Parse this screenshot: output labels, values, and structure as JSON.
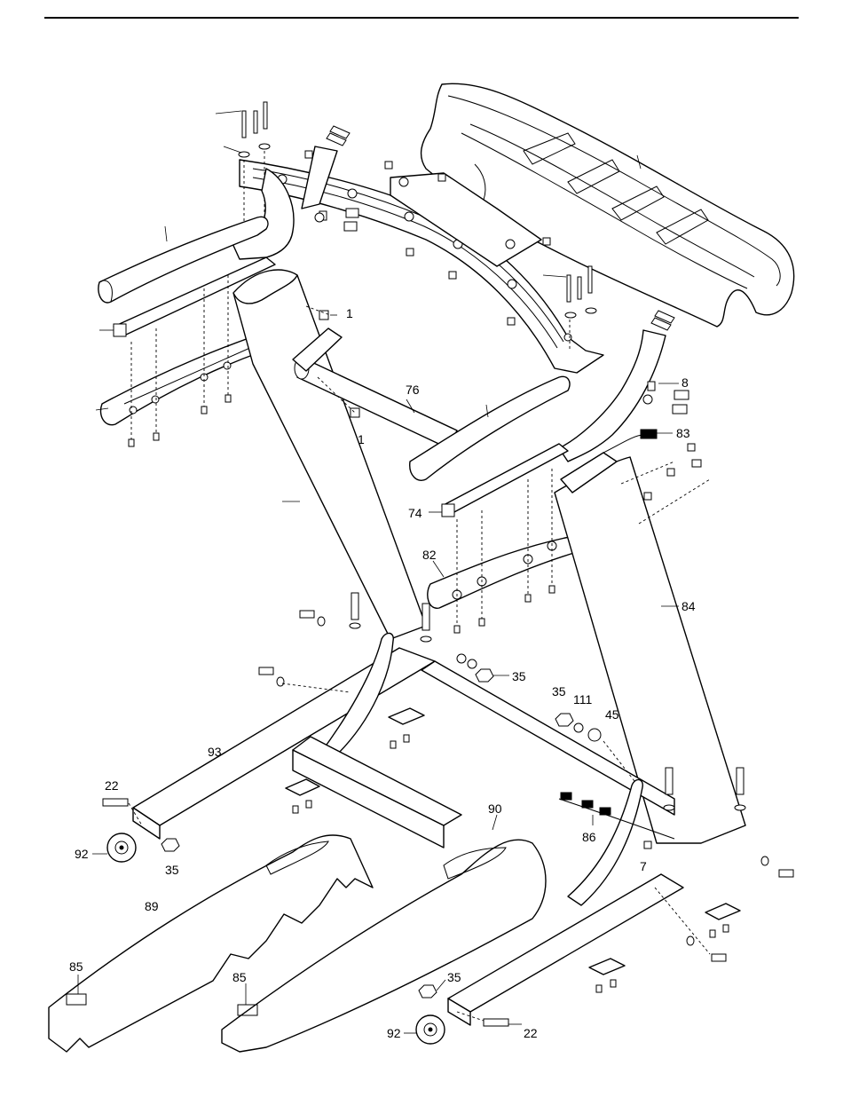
{
  "diagram": {
    "callouts": [
      {
        "id": "c1a",
        "text": "1"
      },
      {
        "id": "c1b",
        "text": "1"
      },
      {
        "id": "c76",
        "text": "76"
      },
      {
        "id": "c8",
        "text": "8"
      },
      {
        "id": "c83",
        "text": "83"
      },
      {
        "id": "c74",
        "text": "74"
      },
      {
        "id": "c82",
        "text": "82"
      },
      {
        "id": "c84",
        "text": "84"
      },
      {
        "id": "c35a",
        "text": "35"
      },
      {
        "id": "c35b",
        "text": "35"
      },
      {
        "id": "c111",
        "text": "111"
      },
      {
        "id": "c45",
        "text": "45"
      },
      {
        "id": "c93",
        "text": "93"
      },
      {
        "id": "c22a",
        "text": "22"
      },
      {
        "id": "c92a",
        "text": "92"
      },
      {
        "id": "c35c",
        "text": "35"
      },
      {
        "id": "c90",
        "text": "90"
      },
      {
        "id": "c86",
        "text": "86"
      },
      {
        "id": "c7",
        "text": "7"
      },
      {
        "id": "c89",
        "text": "89"
      },
      {
        "id": "c85a",
        "text": "85"
      },
      {
        "id": "c85b",
        "text": "85"
      },
      {
        "id": "c35d",
        "text": "35"
      },
      {
        "id": "c92b",
        "text": "92"
      },
      {
        "id": "c22b",
        "text": "22"
      }
    ]
  }
}
